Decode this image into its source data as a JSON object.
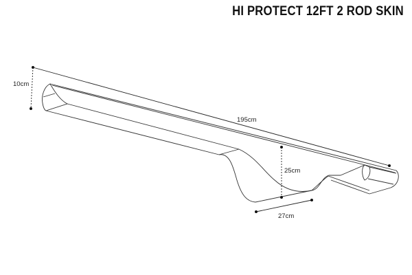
{
  "title": "HI PROTECT 12FT 2 ROD SKIN",
  "dimensions": {
    "height_end": "10cm",
    "length": "195cm",
    "reel_depth": "25cm",
    "reel_width": "27cm"
  }
}
